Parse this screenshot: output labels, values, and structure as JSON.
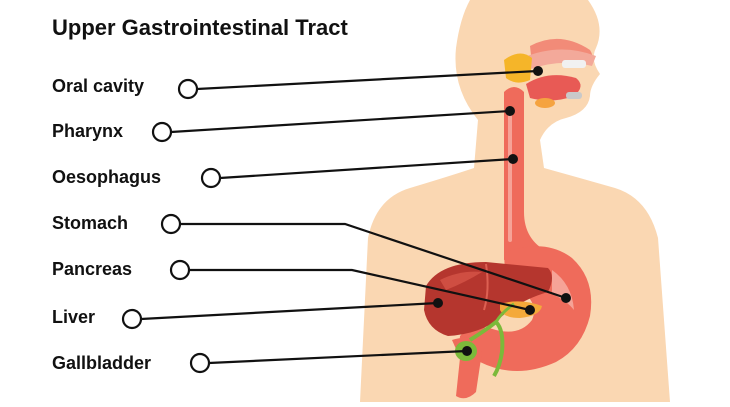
{
  "title": "Upper Gastrointestinal Tract",
  "labels": {
    "oral_cavity": "Oral cavity",
    "pharynx": "Pharynx",
    "oesophagus": "Oesophagus",
    "stomach": "Stomach",
    "pancreas": "Pancreas",
    "liver": "Liver",
    "gallbladder": "Gallbladder"
  },
  "colors": {
    "skin": "#FAD7B2",
    "gi_tract": "#EF6B5B",
    "liver": "#B5362E",
    "gallbladder": "#7CB93A",
    "pancreas_gland": "#F4A93A",
    "teeth": "#F1F1F1",
    "leader_line": "#111111"
  }
}
